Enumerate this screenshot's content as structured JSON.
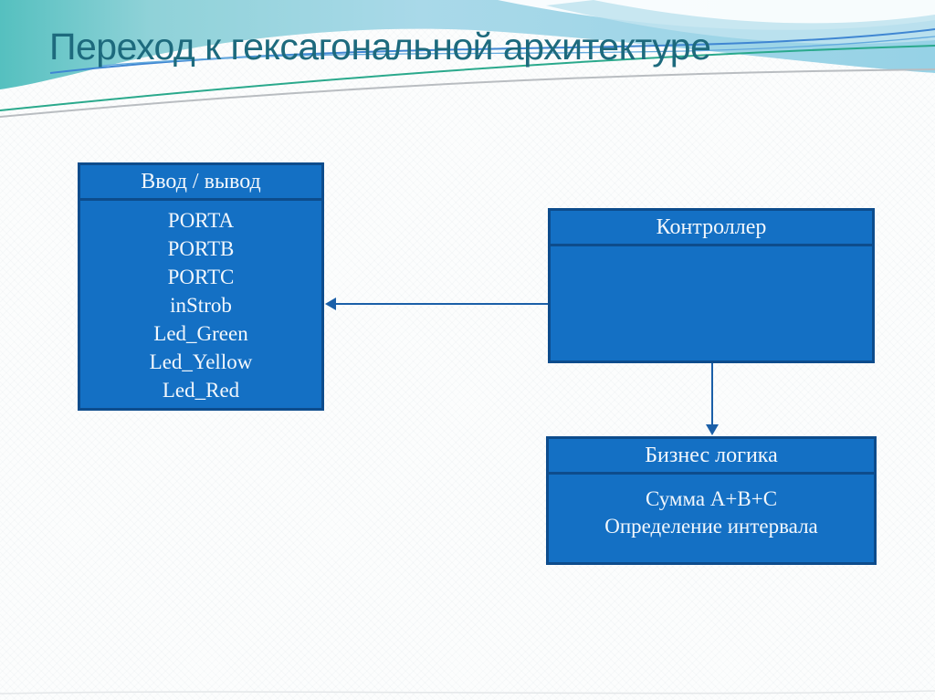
{
  "slide": {
    "title": "Переход к гексагональной архитектуре"
  },
  "diagram": {
    "io_box": {
      "title": "Ввод / вывод",
      "items": [
        "PORTA",
        "PORTB",
        "PORTC",
        "inStrob",
        "Led_Green",
        "Led_Yellow",
        "Led_Red"
      ]
    },
    "controller_box": {
      "title": "Контроллер"
    },
    "business_box": {
      "title": "Бизнес логика",
      "items": [
        "Сумма A+B+C",
        "Определение интервала"
      ]
    },
    "connections": [
      {
        "from": "controller_box",
        "to": "io_box",
        "direction": "left"
      },
      {
        "from": "controller_box",
        "to": "business_box",
        "direction": "down"
      }
    ]
  },
  "colors": {
    "box_fill": "#1470c4",
    "box_border": "#0d4c8c",
    "box_text": "#f2f7fc",
    "title_text": "#1d6a7d",
    "arrow": "#1a5fa8",
    "header_wave_teal": "#5ec4c3",
    "header_wave_blue": "#a7d8e8"
  }
}
